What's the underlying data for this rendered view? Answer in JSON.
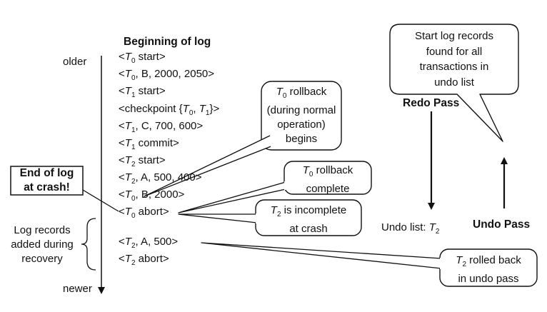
{
  "timeline": {
    "older": "older",
    "newer": "newer"
  },
  "log_header": "Beginning of log",
  "log_records": [
    {
      "pre": "<",
      "t": "T",
      "s": "0",
      "post": " start>"
    },
    {
      "pre": "<",
      "t": "T",
      "s": "0",
      "post": ", B, 2000, 2050>"
    },
    {
      "pre": "<",
      "t": "T",
      "s": "1",
      "post": " start>"
    },
    {
      "pre": "<checkpoint {",
      "t": "T",
      "s": "0",
      "mid": ", ",
      "t2": "T",
      "s2": "1",
      "post": "}>"
    },
    {
      "pre": "<",
      "t": "T",
      "s": "1",
      "post": ", C, 700, 600>"
    },
    {
      "pre": "<",
      "t": "T",
      "s": "1",
      "post": " commit>"
    },
    {
      "pre": "<",
      "t": "T",
      "s": "2",
      "post": " start>"
    },
    {
      "pre": "<",
      "t": "T",
      "s": "2",
      "post": ", A, 500, 400>"
    },
    {
      "pre": "<",
      "t": "T",
      "s": "0",
      "post": ", B, 2000>"
    },
    {
      "pre": "<",
      "t": "T",
      "s": "0",
      "post": " abort>"
    },
    {
      "pre": "<",
      "t": "T",
      "s": "2",
      "post": ", A, 500>"
    },
    {
      "pre": "<",
      "t": "T",
      "s": "2",
      "post": " abort>"
    }
  ],
  "end_of_log": [
    "End of log",
    "at crash!"
  ],
  "recovery_label": [
    "Log records",
    "added during",
    "recovery"
  ],
  "callouts": {
    "t0_rollback_begins": {
      "t": "T",
      "s": "0",
      "lines": [
        " rollback",
        "(during normal",
        "operation)",
        "begins"
      ]
    },
    "t0_rollback_complete": {
      "t": "T",
      "s": "0",
      "lines": [
        " rollback",
        "complete"
      ]
    },
    "t2_incomplete": {
      "t": "T",
      "s": "2",
      "lines": [
        " is incomplete",
        "at crash"
      ]
    },
    "t2_rolled_back": {
      "t": "T",
      "s": "2",
      "lines": [
        " rolled back",
        "in undo pass"
      ]
    },
    "start_records": {
      "lines": [
        "Start log records",
        "found for all",
        "transactions in",
        "undo list"
      ]
    }
  },
  "redo_pass": "Redo Pass",
  "undo_pass": "Undo Pass",
  "undo_list": {
    "label": "Undo list: ",
    "t": "T",
    "s": "2"
  },
  "colors": {
    "stroke": "#111111",
    "fill": "#ffffff",
    "text": "#111111"
  }
}
